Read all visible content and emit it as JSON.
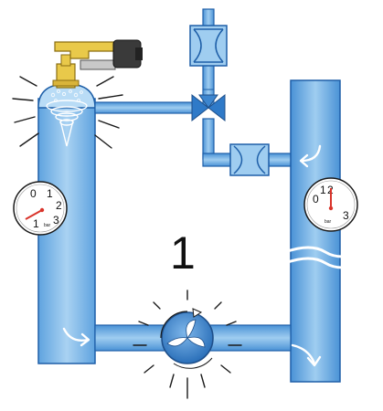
{
  "diagram": {
    "label": "1",
    "left_gauge": {
      "ticks": [
        "0",
        "1",
        "2",
        "3",
        "1"
      ],
      "unit": "bar",
      "needle_color": "#d9342b"
    },
    "right_gauge": {
      "ticks": [
        "0",
        "1",
        "2",
        "3"
      ],
      "unit": "bar",
      "needle_color": "#d9342b"
    }
  },
  "colors": {
    "water": "#8fc1ea",
    "pipe_edge": "#1e5fa8",
    "valve_brass": "#e9c94a",
    "pump_body": "#3d86cf"
  }
}
